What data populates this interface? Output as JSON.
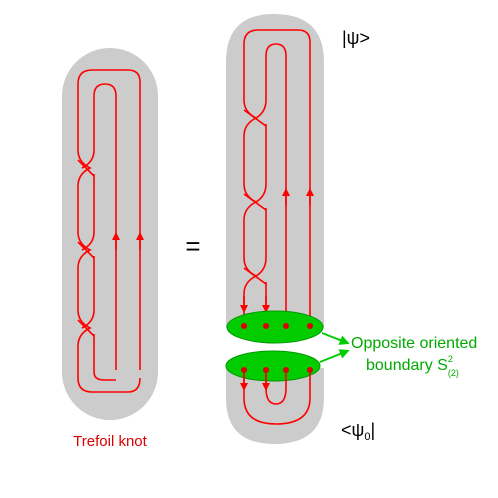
{
  "labels": {
    "trefoil": "Trefoil knot",
    "equals": "=",
    "psi_ket": "|ψ>",
    "psi0_bra_prefix": "<ψ",
    "psi0_bra_sub": "0",
    "psi0_bra_suffix": "|",
    "boundary_line1": "Opposite oriented",
    "boundary_line2": "boundary S",
    "boundary_sup": "2",
    "boundary_sub": "(2)"
  },
  "colors": {
    "tube": "#cccccc",
    "strand": "#ff0000",
    "disk": "#00cc00",
    "annotation": "#00aa00",
    "caption": "#dd0000",
    "text": "#000000"
  }
}
